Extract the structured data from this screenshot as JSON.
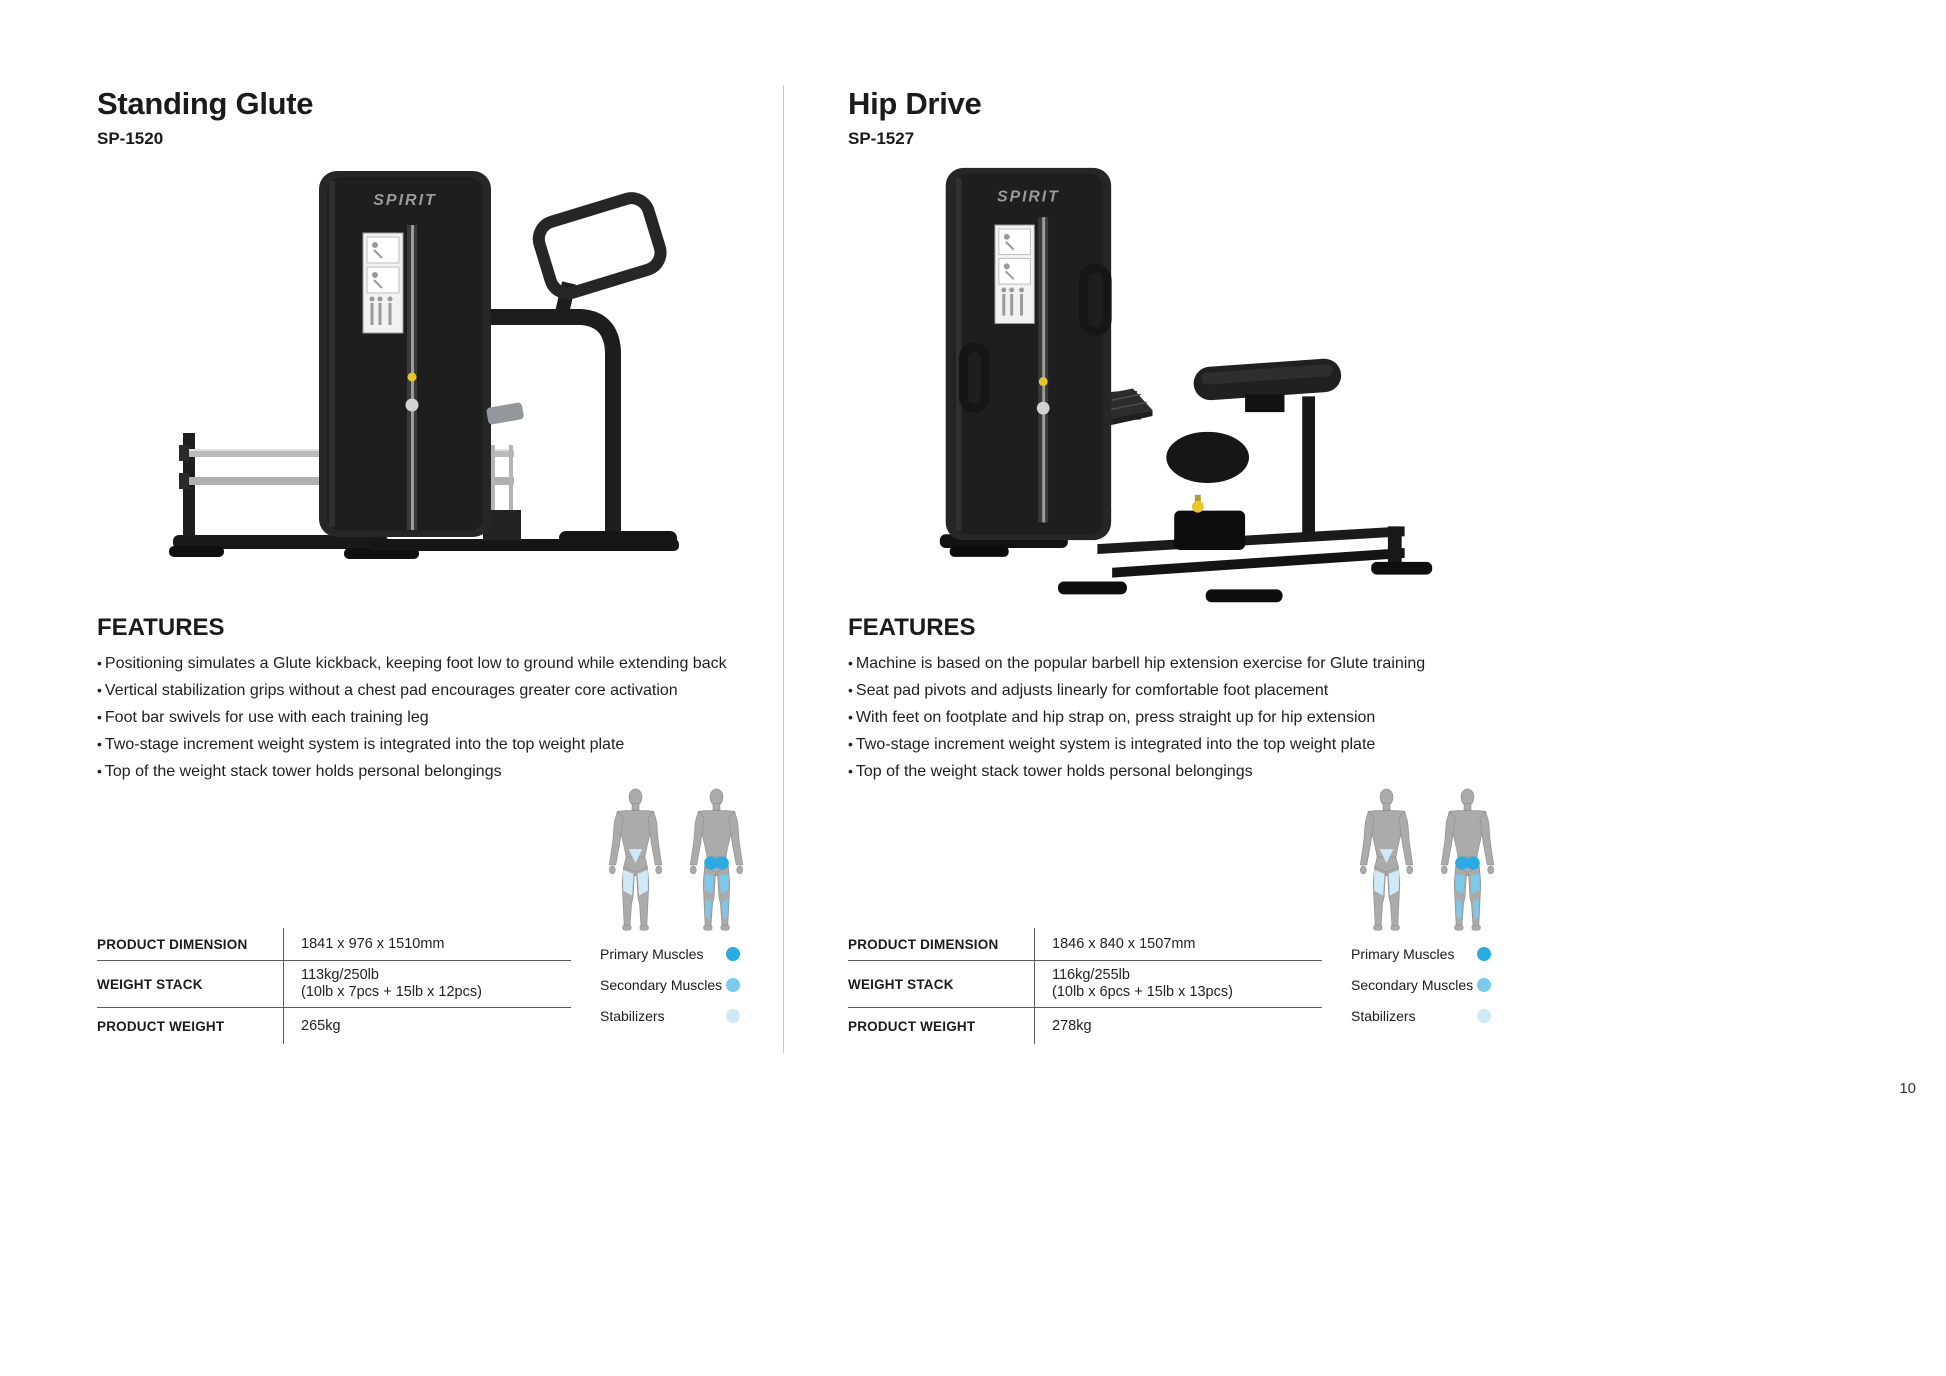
{
  "page": {
    "number": "10"
  },
  "brand_logo": "SPIRIT",
  "products": [
    {
      "title": "Standing Glute",
      "model": "SP-1520",
      "features_heading": "FEATURES",
      "features": [
        "Positioning simulates a Glute kickback, keeping foot low to ground while extending back",
        "Vertical stabilization grips without a chest pad encourages greater core activation",
        "Foot bar swivels for use with each training leg",
        "Two-stage increment weight system is integrated into the top weight plate",
        "Top of the weight stack tower holds personal belongings"
      ],
      "specs": {
        "dimension_label": "PRODUCT DIMENSION",
        "dimension_value": "1841 x 976 x 1510mm",
        "stack_label": "WEIGHT STACK",
        "stack_value_line1": "113kg/250lb",
        "stack_value_line2": "(10lb x 7pcs + 15lb x 12pcs)",
        "weight_label": "PRODUCT WEIGHT",
        "weight_value": "265kg"
      },
      "legend": [
        {
          "label": "Primary Muscles",
          "color": "#2aabe2"
        },
        {
          "label": "Secondary Muscles",
          "color": "#7bcaec"
        },
        {
          "label": "Stabilizers",
          "color": "#cfe9f8"
        }
      ]
    },
    {
      "title": "Hip Drive",
      "model": "SP-1527",
      "features_heading": "FEATURES",
      "features": [
        "Machine is based on the popular barbell hip extension exercise for Glute training",
        "Seat pad pivots and adjusts linearly for comfortable foot placement",
        "With feet on footplate and hip strap on, press straight up for hip extension",
        "Two-stage increment weight system is integrated into the top weight plate",
        "Top of the weight stack tower holds personal belongings"
      ],
      "specs": {
        "dimension_label": "PRODUCT DIMENSION",
        "dimension_value": "1846 x 840 x 1507mm",
        "stack_label": "WEIGHT STACK",
        "stack_value_line1": "116kg/255lb",
        "stack_value_line2": "(10lb x 6pcs + 15lb x 13pcs)",
        "weight_label": "PRODUCT WEIGHT",
        "weight_value": "278kg"
      },
      "legend": [
        {
          "label": "Primary Muscles",
          "color": "#2aabe2"
        },
        {
          "label": "Secondary Muscles",
          "color": "#7bcaec"
        },
        {
          "label": "Stabilizers",
          "color": "#cfe9f8"
        }
      ]
    }
  ]
}
